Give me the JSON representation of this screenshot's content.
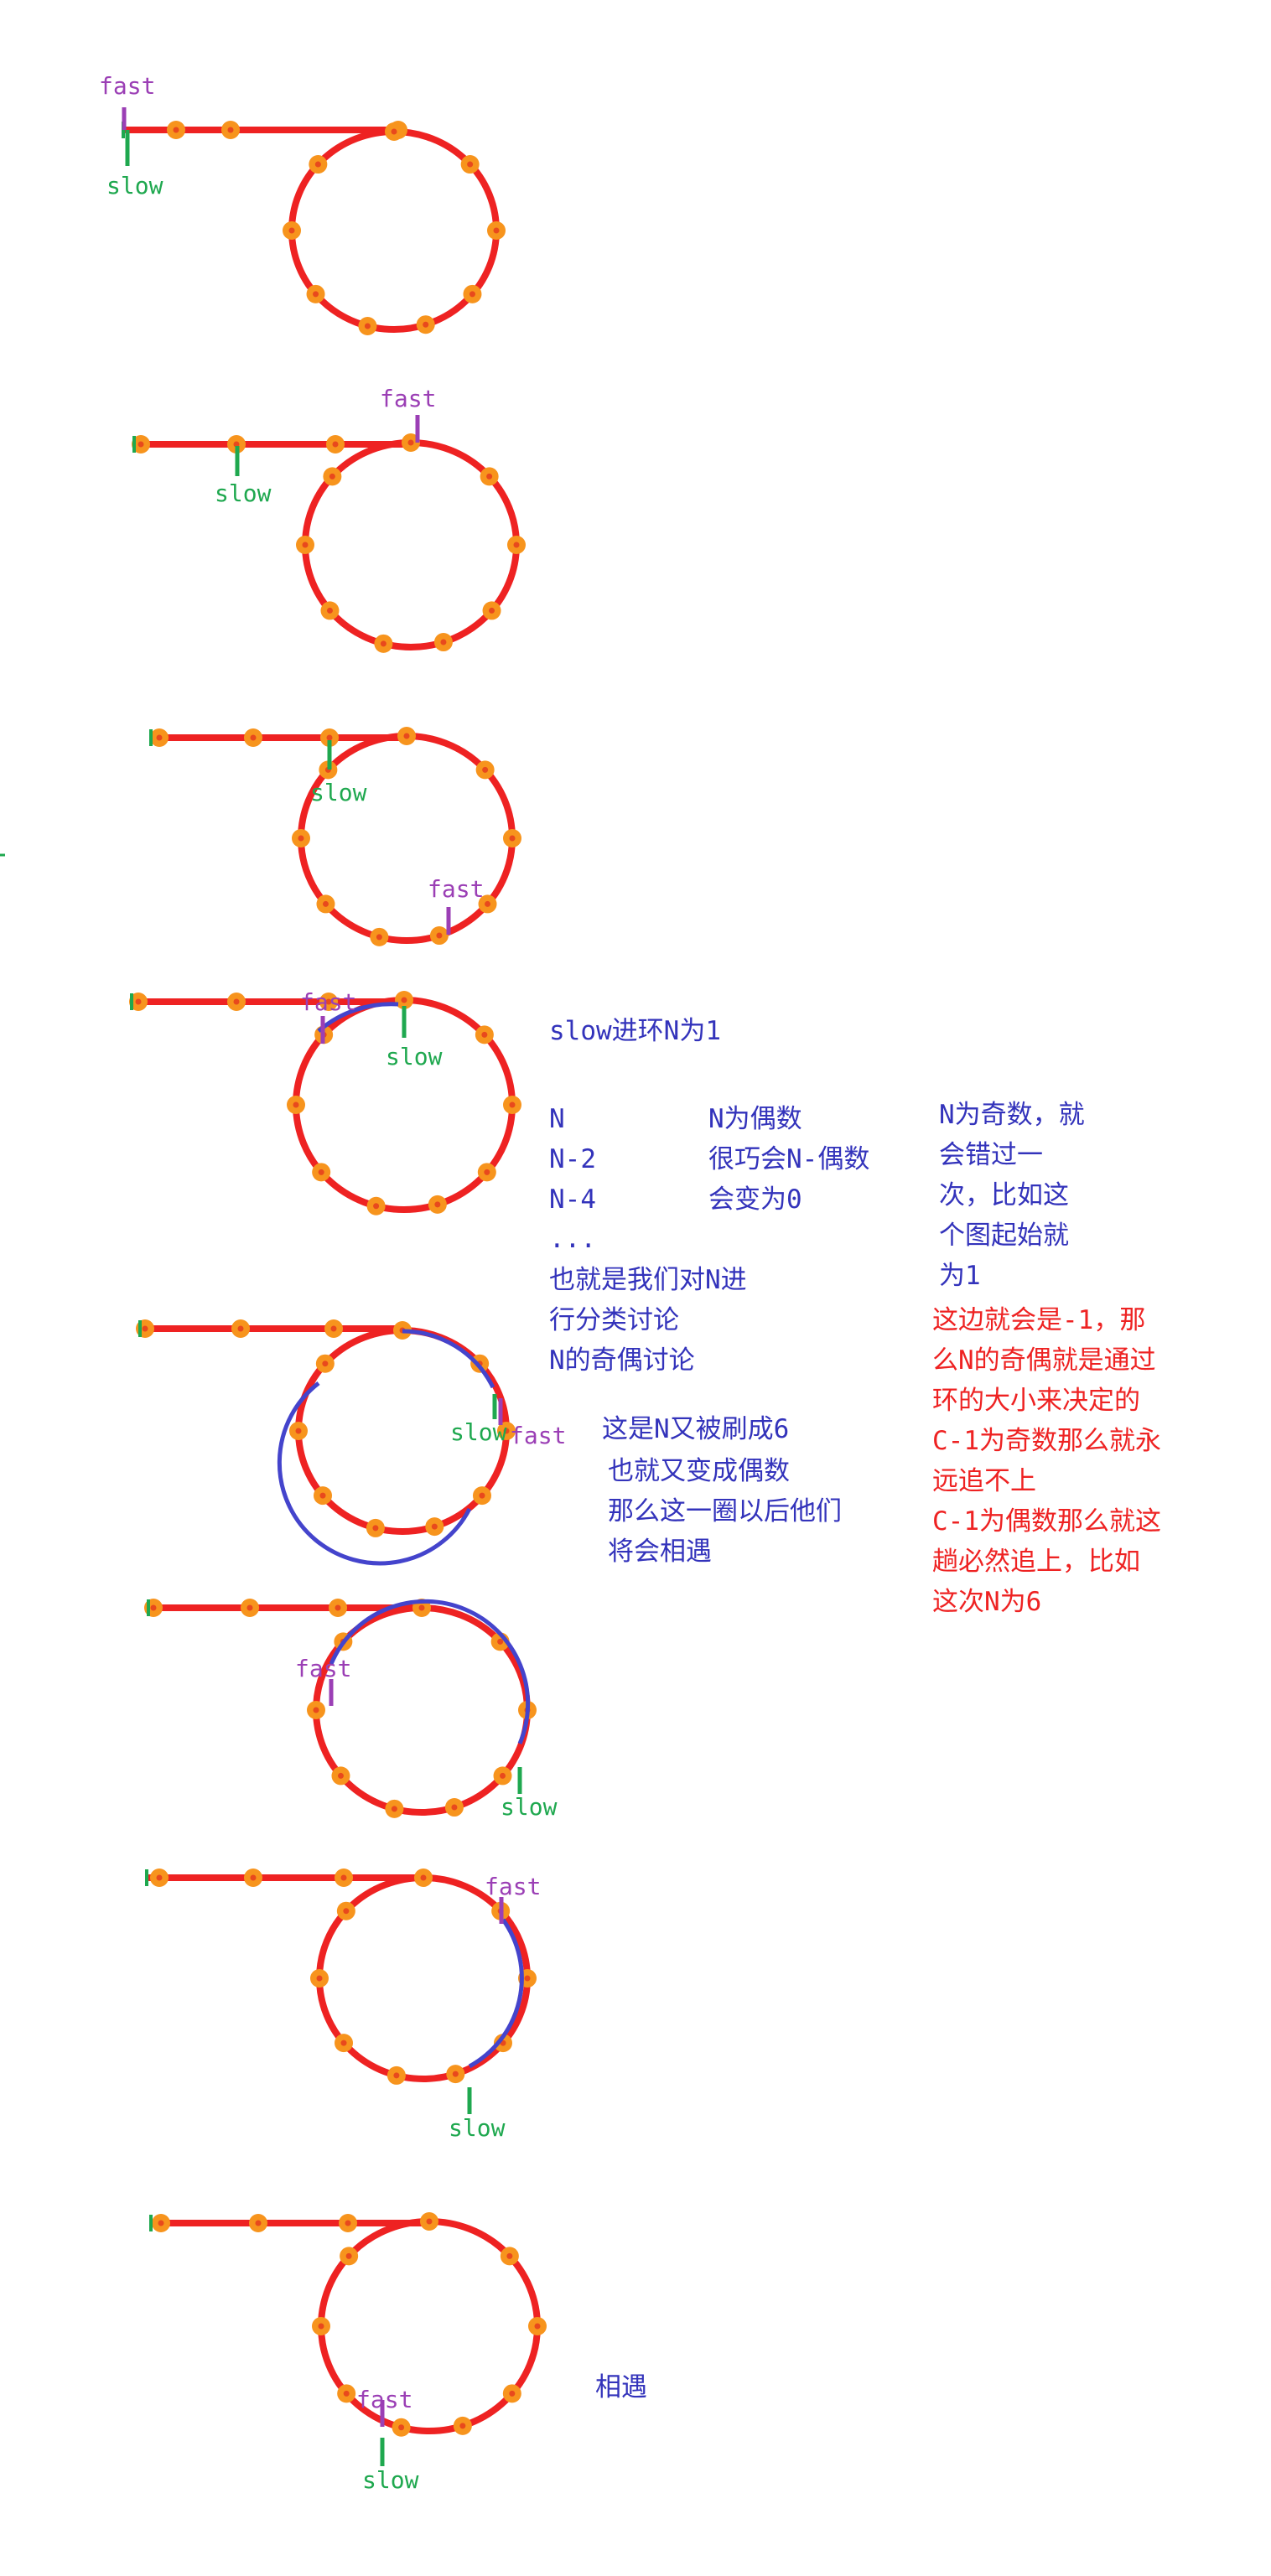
{
  "colors": {
    "track": "#ee2222",
    "node": "#f7941d",
    "node_dot": "#e8491d",
    "fast": "#9b3fb5",
    "slow": "#1fa84f",
    "trail": "#4444cc",
    "blue_text": "#3333bb",
    "red_text": "#ee2222"
  },
  "pointer_labels": {
    "fast": "fast",
    "slow": "slow"
  },
  "stages": [
    {
      "fast_pos": "tail-start",
      "slow_pos": "tail-start"
    },
    {
      "fast_pos": "ring-entry",
      "slow_pos": "tail-middle"
    },
    {
      "fast_pos": "ring-bottom-right",
      "slow_pos": "ring-entry"
    },
    {
      "fast_pos": "ring-entry-left",
      "slow_pos": "ring-entry"
    },
    {
      "fast_pos": "ring-right",
      "slow_pos": "ring-right"
    },
    {
      "fast_pos": "ring-left",
      "slow_pos": "ring-bottom-right"
    },
    {
      "fast_pos": "ring-right",
      "slow_pos": "ring-bottom"
    },
    {
      "fast_pos": "ring-bottom",
      "slow_pos": "ring-bottom"
    }
  ],
  "notes": {
    "enter_ring": "slow进环N为1",
    "col_n": [
      "N",
      "N-2",
      "N-4",
      "..."
    ],
    "col_even": [
      "N为偶数",
      "很巧会N-偶数",
      "会变为0"
    ],
    "discussion": [
      "也就是我们对N进",
      "行分类讨论",
      "N的奇偶讨论"
    ],
    "odd": [
      "N为奇数，就",
      "会错过一",
      "次，比如这",
      "个图起始就",
      "为1"
    ],
    "refresh": [
      "这是N又被刷成6",
      "也就又变成偶数",
      "那么这一圈以后他们",
      "将会相遇"
    ],
    "red": [
      "这边就会是-1，那",
      "么N的奇偶就是通过",
      "环的大小来决定的",
      "C-1为奇数那么就永",
      "远追不上",
      "C-1为偶数那么就这",
      "趟必然追上，比如",
      "这次N为6"
    ],
    "meet": "相遇"
  }
}
